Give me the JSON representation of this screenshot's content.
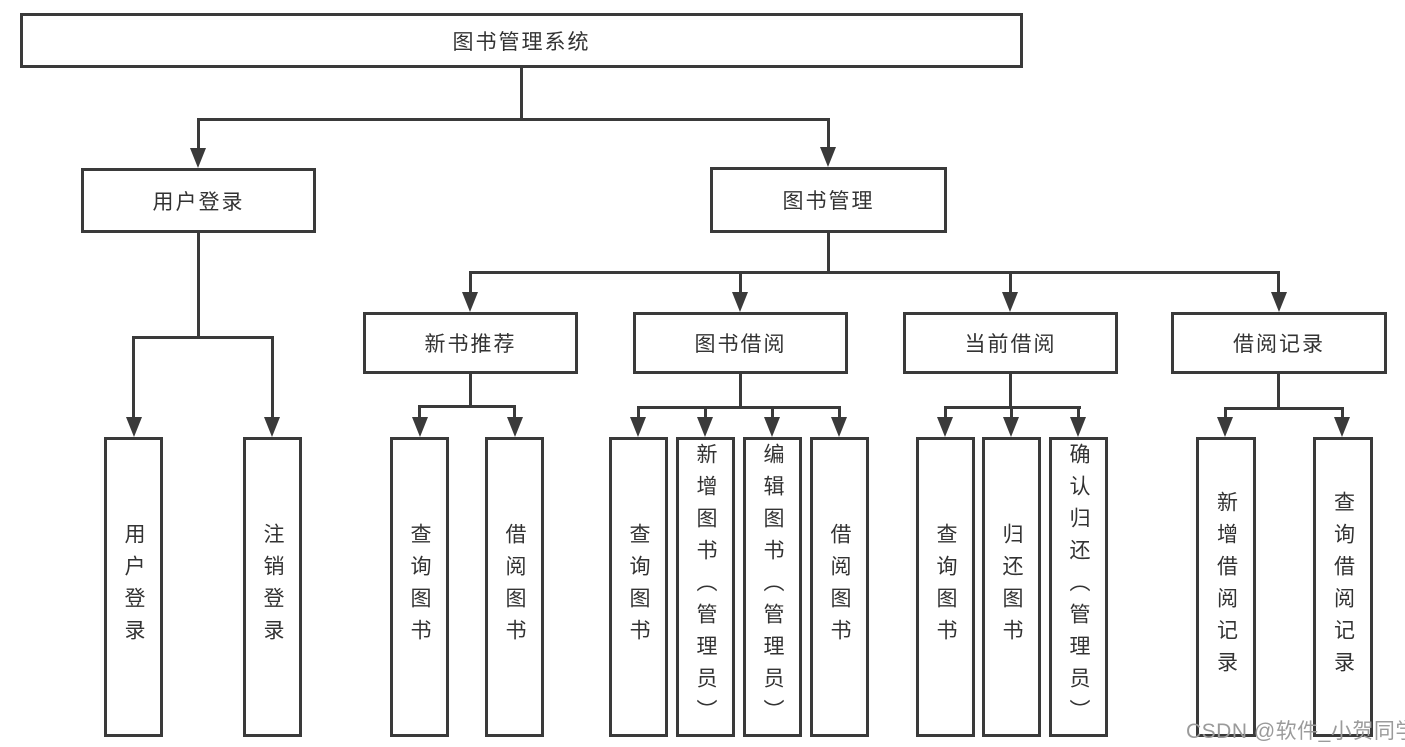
{
  "tree": {
    "root": {
      "label": "图书管理系统"
    },
    "level2": [
      {
        "label": "用户登录"
      },
      {
        "label": "图书管理"
      }
    ],
    "level3": [
      {
        "label": "新书推荐"
      },
      {
        "label": "图书借阅"
      },
      {
        "label": "当前借阅"
      },
      {
        "label": "借阅记录"
      }
    ],
    "leaves": [
      {
        "label": "用户登录"
      },
      {
        "label": "注销登录"
      },
      {
        "label": "查询图书"
      },
      {
        "label": "借阅图书"
      },
      {
        "label": "查询图书"
      },
      {
        "label": "新增图书（管理员）"
      },
      {
        "label": "编辑图书（管理员）"
      },
      {
        "label": "借阅图书"
      },
      {
        "label": "查询图书"
      },
      {
        "label": "归还图书"
      },
      {
        "label": "确认归还（管理员）"
      },
      {
        "label": "新增借阅记录"
      },
      {
        "label": "查询借阅记录"
      }
    ]
  },
  "watermark": {
    "text": "CSDN @软件_小贺同学"
  },
  "colors": {
    "line": "#3a3a3a",
    "text": "#333333",
    "watermark_text": "#9b9b9b",
    "background": "#ffffff"
  }
}
